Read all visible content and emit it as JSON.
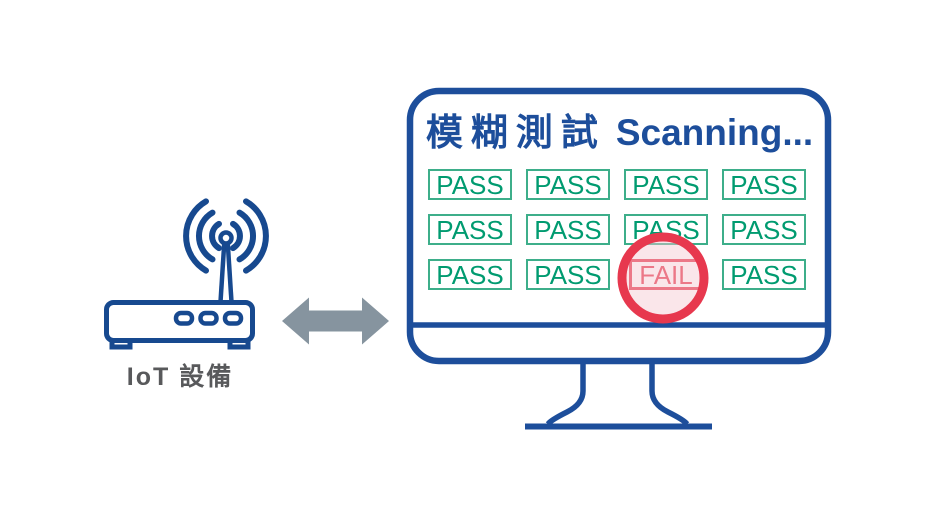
{
  "diagram": {
    "description_role": "IoT fuzz-testing diagram",
    "device": {
      "label": "IoT 設備",
      "icon": "wifi-router-icon"
    },
    "link": {
      "icon": "double-headed-arrow-icon"
    },
    "monitor": {
      "icon": "monitor-icon",
      "title_cjk": "模糊測試",
      "title_latin": "Scanning...",
      "grid": {
        "columns": 4,
        "rows": 3,
        "items": [
          {
            "label": "PASS",
            "status": "PASS"
          },
          {
            "label": "PASS",
            "status": "PASS"
          },
          {
            "label": "PASS",
            "status": "PASS"
          },
          {
            "label": "PASS",
            "status": "PASS"
          },
          {
            "label": "PASS",
            "status": "PASS"
          },
          {
            "label": "PASS",
            "status": "PASS"
          },
          {
            "label": "PASS",
            "status": "PASS"
          },
          {
            "label": "PASS",
            "status": "PASS"
          },
          {
            "label": "PASS",
            "status": "PASS"
          },
          {
            "label": "PASS",
            "status": "PASS"
          },
          {
            "label": "FAIL",
            "status": "FAIL"
          },
          {
            "label": "PASS",
            "status": "PASS"
          }
        ]
      },
      "magnifier": {
        "icon": "magnifier-icon",
        "highlighted_result": "FAIL"
      }
    },
    "colors": {
      "brand_blue": "#1D4E9B",
      "router_blue": "#17498F",
      "pass_green_text": "#009B70",
      "pass_green_border": "#3DAE8A",
      "fail_red": "#E5384E",
      "magnifier_red": "#E7384E",
      "magnifier_glass_pink": "#F9E4E8",
      "arrow_gray": "#86949F",
      "label_gray": "#58595B",
      "background": "#FFFFFF"
    }
  }
}
